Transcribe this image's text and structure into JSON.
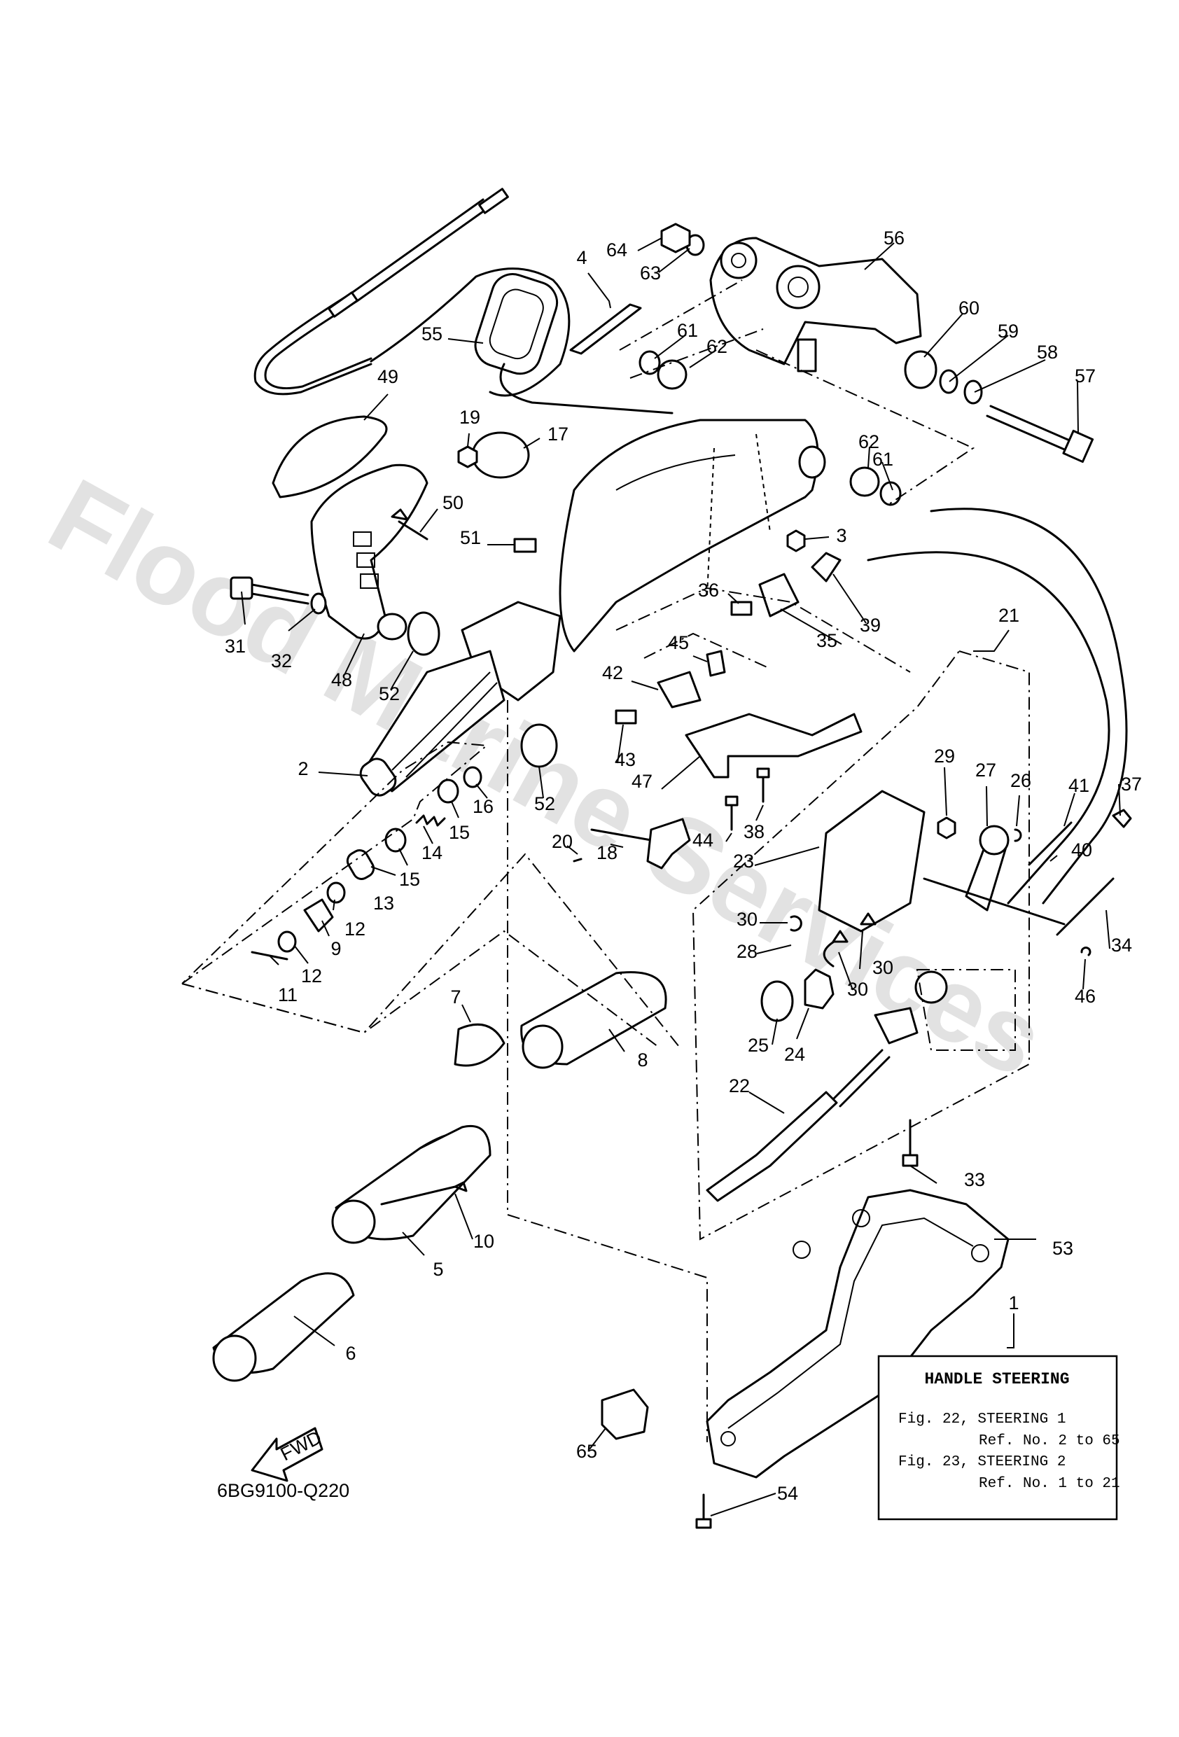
{
  "watermark": "Flood Marine Services",
  "drawing_code": "6BG9100-Q220",
  "fwd_label": "FWD",
  "info_box": {
    "title": "HANDLE STEERING",
    "lines": [
      "Fig. 22, STEERING 1",
      "Ref. No. 2 to 65",
      "Fig. 23, STEERING 2",
      "Ref. No. 1 to 21"
    ]
  },
  "callouts": [
    {
      "id": "1",
      "text": "1"
    },
    {
      "id": "2",
      "text": "2"
    },
    {
      "id": "3",
      "text": "3"
    },
    {
      "id": "4",
      "text": "4"
    },
    {
      "id": "5",
      "text": "5"
    },
    {
      "id": "6",
      "text": "6"
    },
    {
      "id": "7",
      "text": "7"
    },
    {
      "id": "8",
      "text": "8"
    },
    {
      "id": "9",
      "text": "9"
    },
    {
      "id": "10",
      "text": "10"
    },
    {
      "id": "11",
      "text": "11"
    },
    {
      "id": "12a",
      "text": "12"
    },
    {
      "id": "12b",
      "text": "12"
    },
    {
      "id": "13",
      "text": "13"
    },
    {
      "id": "14",
      "text": "14"
    },
    {
      "id": "15a",
      "text": "15"
    },
    {
      "id": "15b",
      "text": "15"
    },
    {
      "id": "16",
      "text": "16"
    },
    {
      "id": "17",
      "text": "17"
    },
    {
      "id": "18",
      "text": "18"
    },
    {
      "id": "19",
      "text": "19"
    },
    {
      "id": "20",
      "text": "20"
    },
    {
      "id": "21",
      "text": "21"
    },
    {
      "id": "22",
      "text": "22"
    },
    {
      "id": "23",
      "text": "23"
    },
    {
      "id": "24",
      "text": "24"
    },
    {
      "id": "25",
      "text": "25"
    },
    {
      "id": "26",
      "text": "26"
    },
    {
      "id": "27",
      "text": "27"
    },
    {
      "id": "28",
      "text": "28"
    },
    {
      "id": "29",
      "text": "29"
    },
    {
      "id": "30a",
      "text": "30"
    },
    {
      "id": "30b",
      "text": "30"
    },
    {
      "id": "30c",
      "text": "30"
    },
    {
      "id": "31",
      "text": "31"
    },
    {
      "id": "32",
      "text": "32"
    },
    {
      "id": "33",
      "text": "33"
    },
    {
      "id": "34",
      "text": "34"
    },
    {
      "id": "35",
      "text": "35"
    },
    {
      "id": "36",
      "text": "36"
    },
    {
      "id": "37",
      "text": "37"
    },
    {
      "id": "38",
      "text": "38"
    },
    {
      "id": "39",
      "text": "39"
    },
    {
      "id": "40",
      "text": "40"
    },
    {
      "id": "41",
      "text": "41"
    },
    {
      "id": "42",
      "text": "42"
    },
    {
      "id": "43",
      "text": "43"
    },
    {
      "id": "44",
      "text": "44"
    },
    {
      "id": "45",
      "text": "45"
    },
    {
      "id": "46",
      "text": "46"
    },
    {
      "id": "47",
      "text": "47"
    },
    {
      "id": "48",
      "text": "48"
    },
    {
      "id": "49",
      "text": "49"
    },
    {
      "id": "50",
      "text": "50"
    },
    {
      "id": "51",
      "text": "51"
    },
    {
      "id": "52a",
      "text": "52"
    },
    {
      "id": "52b",
      "text": "52"
    },
    {
      "id": "53",
      "text": "53"
    },
    {
      "id": "54",
      "text": "54"
    },
    {
      "id": "55",
      "text": "55"
    },
    {
      "id": "56",
      "text": "56"
    },
    {
      "id": "57",
      "text": "57"
    },
    {
      "id": "58",
      "text": "58"
    },
    {
      "id": "59",
      "text": "59"
    },
    {
      "id": "60",
      "text": "60"
    },
    {
      "id": "61a",
      "text": "61"
    },
    {
      "id": "61b",
      "text": "61"
    },
    {
      "id": "62a",
      "text": "62"
    },
    {
      "id": "62b",
      "text": "62"
    },
    {
      "id": "63",
      "text": "63"
    },
    {
      "id": "64",
      "text": "64"
    },
    {
      "id": "65",
      "text": "65"
    }
  ]
}
